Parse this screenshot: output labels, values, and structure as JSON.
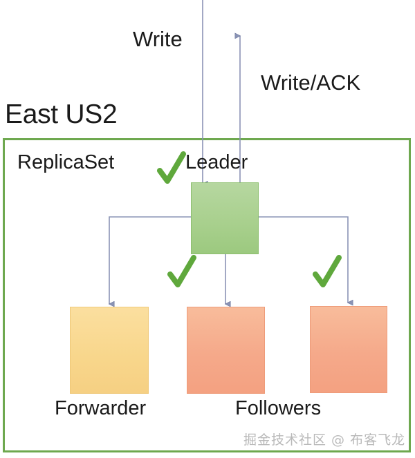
{
  "diagram": {
    "title": "East US2",
    "region_label": "East US2",
    "replicaset_label": "ReplicaSet",
    "watermark": "掘金技术社区 @ 布客飞龙",
    "colors": {
      "region_border": "#6EA84F",
      "leader_fill": "#A9D08E",
      "forwarder_fill": "#F8D68B",
      "follower_fill": "#F5A98A",
      "arrow": "#7E88AB",
      "check": "#5FA83C",
      "text": "#1a1a1a",
      "watermark": "#b9b9b9"
    }
  },
  "flows": {
    "write_label": "Write",
    "write_ack_label": "Write/ACK"
  },
  "nodes": {
    "leader": {
      "label": "Leader",
      "status_icon": "check-icon",
      "fill": "#A9D08E"
    },
    "forwarder": {
      "label": "Forwarder",
      "fill": "#F8D68B"
    },
    "followers": {
      "label": "Followers",
      "fill": "#F5A98A",
      "count": 2,
      "status_icons": [
        "check-icon",
        "check-icon"
      ]
    }
  }
}
